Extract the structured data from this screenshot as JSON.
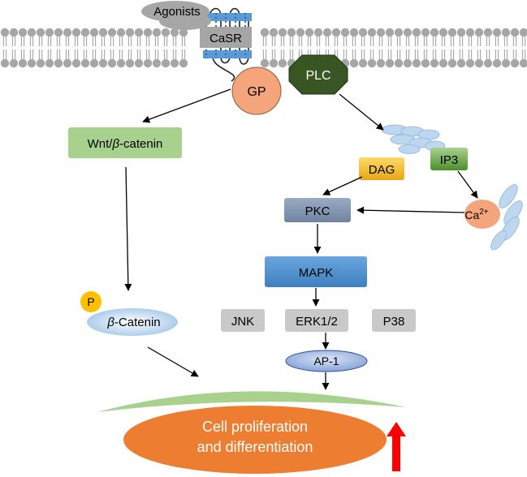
{
  "labels": {
    "agonists": "Agonists",
    "casr": "CaSR",
    "gp": "GP",
    "plc": "PLC",
    "wnt": "Wnt/",
    "beta": "β",
    "catenin": "-catenin",
    "catenin_cap": "-Catenin",
    "p": "P",
    "dag": "DAG",
    "ip3": "IP3",
    "ca": "Ca",
    "ca_sup": "2+",
    "pkc": "PKC",
    "mapk": "MAPK",
    "jnk": "JNK",
    "erk": "ERK1/2",
    "p38": "P38",
    "ap1": "AP-1",
    "cell_line1": "Cell proliferation",
    "cell_line2": "and differentiation"
  },
  "colors": {
    "membrane": "#a6a6a6",
    "gp": "#f4a57c",
    "plc": "#375623",
    "wnt": "#a9d18e",
    "dag": "#f2c14e",
    "ip3": "#70ad47",
    "pkc": "#8497b0",
    "mapk": "#5b9bd5",
    "gray_box": "#c9c9c9",
    "ap1": "#8faadc",
    "cell": "#ed7d31",
    "surface": "#a9d18e",
    "up_arrow": "#ff0000",
    "store": "#bdd7ee"
  }
}
